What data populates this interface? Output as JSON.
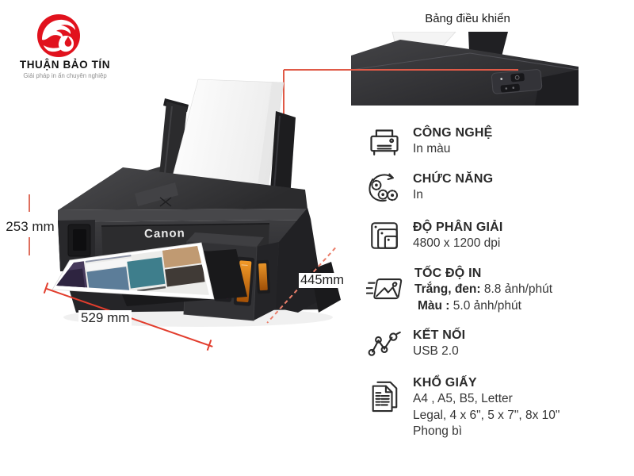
{
  "brand": {
    "name": "THUẬN BẢO TÍN",
    "tagline": "Giải pháp in ấn chuyên nghiệp",
    "logo_icon": "phoenix-drop-icon",
    "logo_color": "#e1121d"
  },
  "callout": {
    "label": "Bảng điều khiển"
  },
  "printer": {
    "logo": "Canon"
  },
  "dimensions": {
    "height_label": "253 mm",
    "width_label": "529 mm",
    "depth_label": "445mm"
  },
  "specs": [
    {
      "icon": "printer-icon",
      "title": "CÔNG NGHỆ",
      "lines": [
        {
          "text": "In màu"
        }
      ]
    },
    {
      "icon": "functions-icon",
      "title": "CHỨC NĂNG",
      "lines": [
        {
          "text": "In"
        }
      ]
    },
    {
      "icon": "resolution-icon",
      "title": "ĐỘ PHÂN GIẢI",
      "lines": [
        {
          "text": "4800 x 1200 dpi"
        }
      ]
    },
    {
      "icon": "print-speed-icon",
      "title": "TỐC ĐỘ IN",
      "lines": [
        {
          "label": "Trắng, đen:",
          "text": " 8.8 ảnh/phút"
        },
        {
          "label": "Màu :",
          "text": " 5.0 ảnh/phút"
        }
      ]
    },
    {
      "icon": "connectivity-icon",
      "title": "KẾT NỐI",
      "lines": [
        {
          "text": "USB 2.0"
        }
      ]
    },
    {
      "icon": "paper-size-icon",
      "title": "KHỔ GIẤY",
      "lines": [
        {
          "text": "A4 , A5, B5, Letter"
        },
        {
          "text": "Legal, 4 x 6\", 5 x 7\", 8x 10\""
        },
        {
          "text": "Phong bì"
        }
      ]
    }
  ],
  "colors": {
    "accent_red": "#e1121d",
    "dimension_line_red": "#e23d2d",
    "spec_text": "#2a2a2a",
    "printer_body": "#2e2e30",
    "ink_cyan": "#1b7fc0",
    "ink_magenta": "#cf0f7c",
    "ink_orange": "#e2730f"
  }
}
